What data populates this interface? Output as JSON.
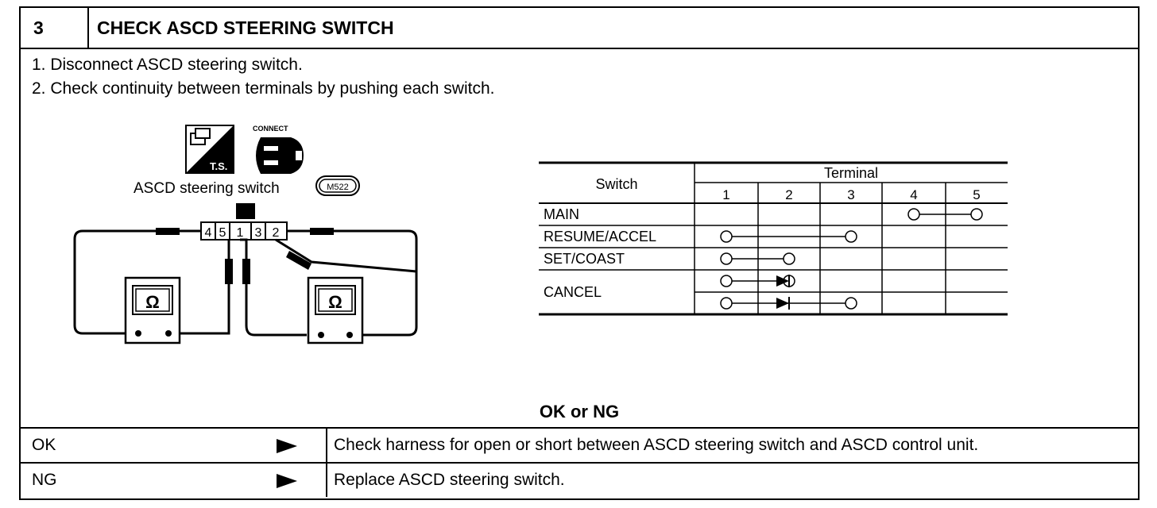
{
  "step": {
    "number": "3",
    "title": "CHECK ASCD STEERING SWITCH"
  },
  "instructions": [
    "1.  Disconnect ASCD steering switch.",
    "2.  Check continuity between terminals by pushing each switch."
  ],
  "figure": {
    "ts_badge": "T.S.",
    "connect_label": "CONNECT",
    "switch_label": "ASCD  steering  switch",
    "connector_code": "M522",
    "pin_labels": [
      "4",
      "5",
      "1",
      "3",
      "2"
    ],
    "ohm_symbol": "Ω",
    "icons": [
      "service-manual-icon",
      "connector-icon",
      "ohmmeter-icon"
    ]
  },
  "continuity_table": {
    "col_header_switch": "Switch",
    "col_header_terminal": "Terminal",
    "terminals": [
      "1",
      "2",
      "3",
      "4",
      "5"
    ],
    "rows": [
      {
        "switch": "MAIN",
        "connections": [
          {
            "from": "4",
            "to": "5",
            "diode": false
          }
        ]
      },
      {
        "switch": "RESUME/ACCEL",
        "connections": [
          {
            "from": "1",
            "to": "3",
            "diode": false
          }
        ]
      },
      {
        "switch": "SET/COAST",
        "connections": [
          {
            "from": "1",
            "to": "2",
            "diode": false
          }
        ]
      },
      {
        "switch": "CANCEL",
        "connections": [
          {
            "from": "1",
            "to": "2",
            "diode": true
          },
          {
            "from": "1",
            "to": "3",
            "diode": true
          }
        ]
      }
    ]
  },
  "result": {
    "title": "OK or NG",
    "ok_label": "OK",
    "ok_action": "Check harness for open or short between ASCD steering switch and ASCD control unit.",
    "ng_label": "NG",
    "ng_action": "Replace ASCD steering switch."
  },
  "colors": {
    "ink": "#000000",
    "paper": "#ffffff"
  }
}
